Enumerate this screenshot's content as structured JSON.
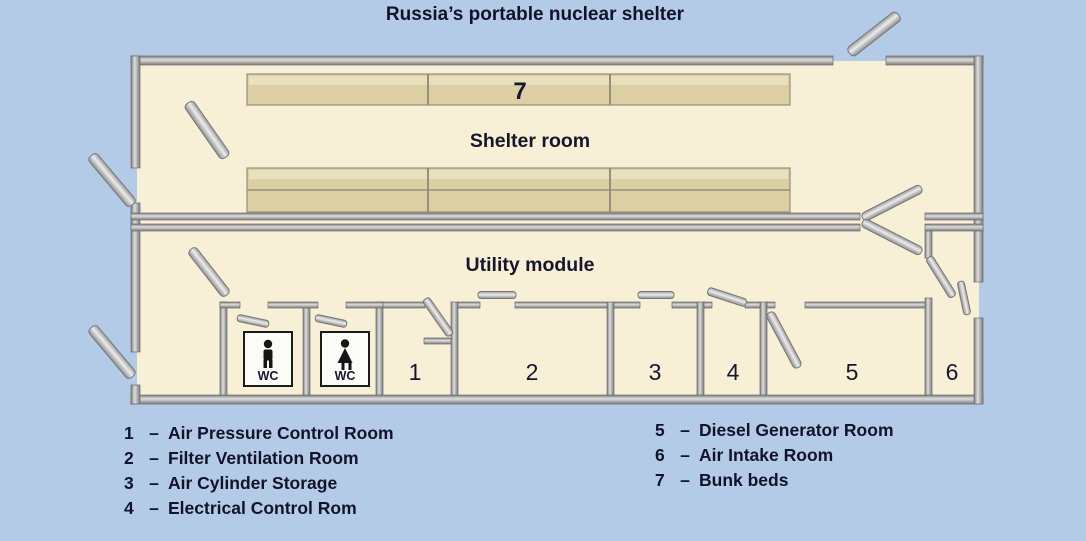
{
  "title": "Russia’s portable nuclear shelter",
  "plan": {
    "shelter": {
      "label": "Shelter room",
      "bunk_number": "7"
    },
    "utility": {
      "label": "Utility module",
      "room_numbers": [
        "1",
        "2",
        "3",
        "4",
        "5",
        "6"
      ],
      "wc_label": "WC"
    }
  },
  "legend": {
    "separator": "–",
    "left": [
      {
        "num": "1",
        "label": "Air Pressure Control Room"
      },
      {
        "num": "2",
        "label": "Filter Ventilation Room"
      },
      {
        "num": "3",
        "label": "Air Cylinder Storage"
      },
      {
        "num": "4",
        "label": "Electrical Control Rom"
      }
    ],
    "right": [
      {
        "num": "5",
        "label": "Diesel Generator Room"
      },
      {
        "num": "6",
        "label": "Air Intake Room"
      },
      {
        "num": "7",
        "label": "Bunk beds"
      }
    ]
  },
  "colors": {
    "background": "#b4cbe7",
    "floor": "#f7f0d6",
    "wall": "#9a9a9a",
    "bunk": "#dbcfa3",
    "text": "#12122b"
  }
}
